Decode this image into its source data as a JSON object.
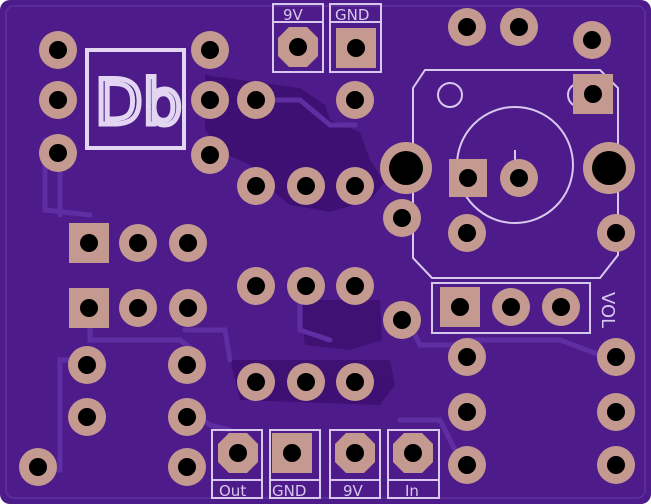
{
  "board": {
    "logo": "Db",
    "labels": {
      "top_9v": "9V",
      "top_gnd": "GND",
      "out": "Out",
      "gnd": "GND",
      "nine_v": "9V",
      "in": "In",
      "vol": "VOL"
    }
  },
  "colors": {
    "board": "#4e1c8a",
    "board_edge": "#5a2a9a",
    "copper_pour": "#3c0e6e",
    "pad": "#c49a90",
    "hole": "#000000",
    "silkscreen": "#d8c8ee"
  }
}
